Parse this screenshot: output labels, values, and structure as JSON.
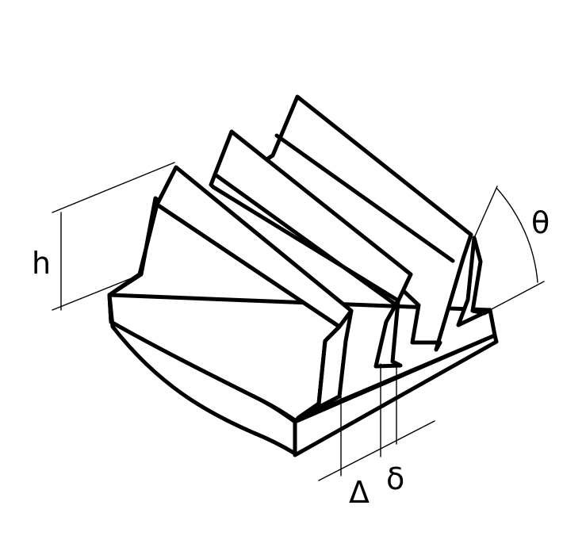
{
  "labels": {
    "height": "h",
    "angle": "θ",
    "pitch": "Δ",
    "thickness": "δ"
  }
}
